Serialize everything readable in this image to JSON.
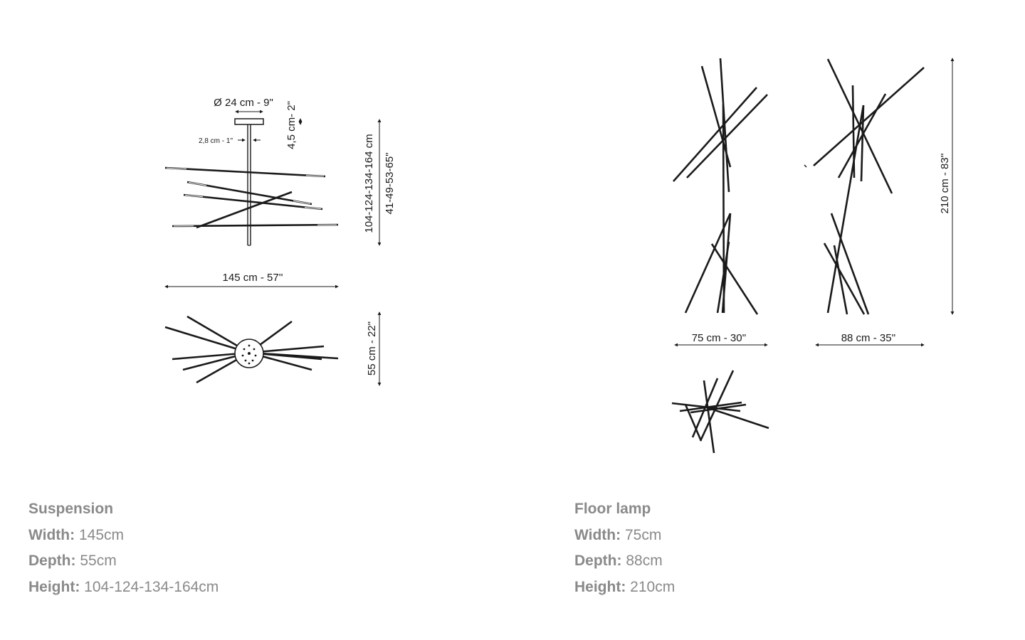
{
  "suspension": {
    "dims": {
      "canopy_diameter": "Ø 24 cm - 9\"",
      "canopy_height": "4,5 cm- 2\"",
      "stem_diameter": "2,8 cm - 1\"",
      "height_cm": "104-124-134-164 cm",
      "height_in": "41-49-53-65\"",
      "width": "145 cm - 57''",
      "depth": "55 cm - 22\""
    },
    "specs": {
      "title": "Suspension",
      "width_label": "Width:",
      "width_value": "145cm",
      "depth_label": "Depth:",
      "depth_value": "55cm",
      "height_label": "Height:",
      "height_value": "104-124-134-164cm"
    }
  },
  "floor_lamp": {
    "dims": {
      "width_front": "75 cm - 30''",
      "width_side": "88 cm - 35''",
      "height": "210 cm - 83''"
    },
    "specs": {
      "title": "Floor lamp",
      "width_label": "Width:",
      "width_value": "75cm",
      "depth_label": "Depth:",
      "depth_value": "88cm",
      "height_label": "Height:",
      "height_value": "210cm"
    }
  },
  "colors": {
    "line": "#1a1a1a",
    "spec_text": "#8a8a8a",
    "background": "#ffffff"
  }
}
